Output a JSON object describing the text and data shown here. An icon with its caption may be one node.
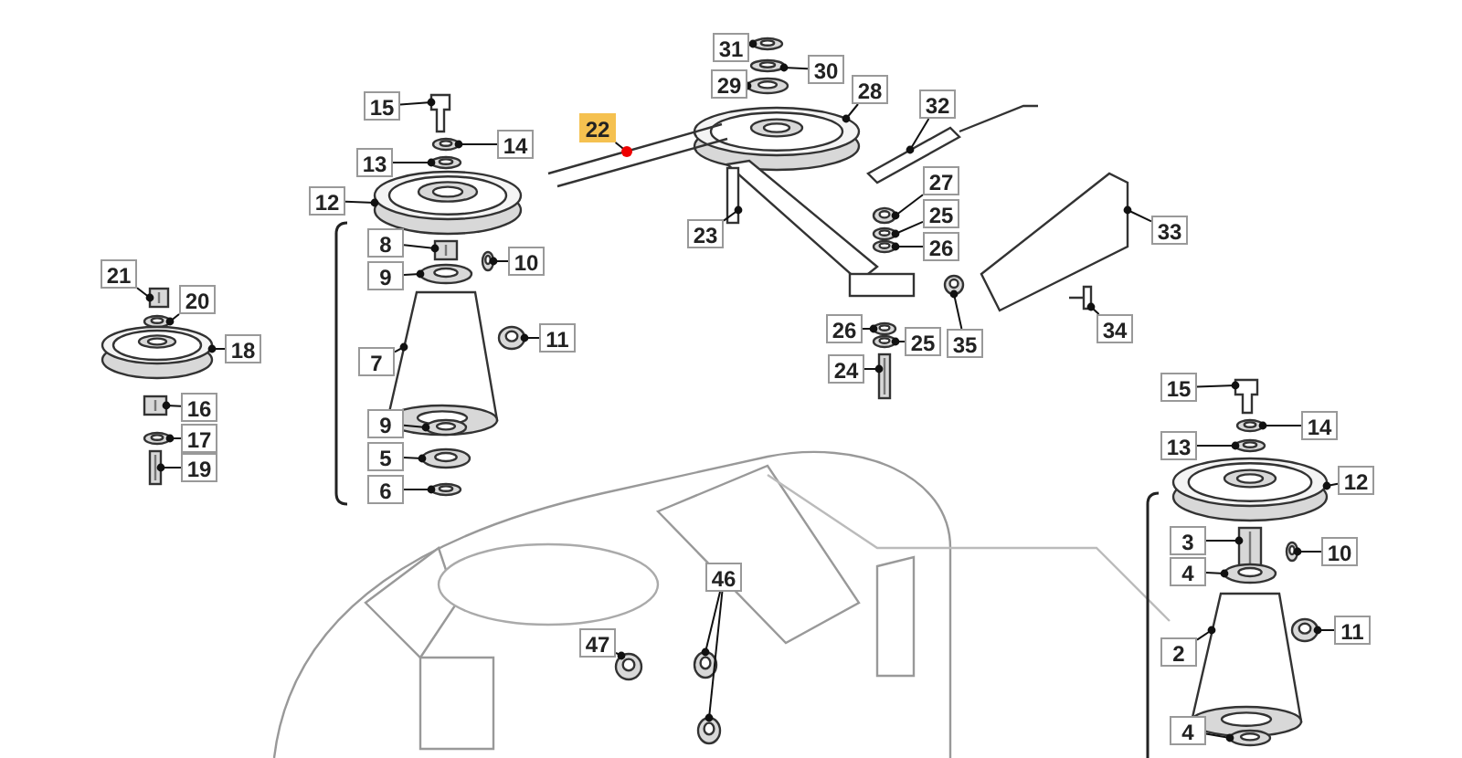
{
  "diagram": {
    "nodes": [
      {
        "text": [
          "31"
        ]
      },
      {
        "text": [
          "30"
        ]
      },
      {
        "text": [
          "29"
        ]
      },
      {
        "text": [
          "28"
        ]
      },
      {
        "text": [
          "32"
        ]
      },
      {
        "text": [
          "22"
        ]
      },
      {
        "text": [
          "15"
        ]
      },
      {
        "text": [
          "14"
        ]
      },
      {
        "text": [
          "13"
        ]
      },
      {
        "text": [
          "12"
        ]
      },
      {
        "text": [
          "8"
        ]
      },
      {
        "text": [
          "9"
        ]
      },
      {
        "text": [
          "10"
        ]
      },
      {
        "text": [
          "7"
        ]
      },
      {
        "text": [
          "11"
        ]
      },
      {
        "text": [
          "21"
        ]
      },
      {
        "text": [
          "20"
        ]
      },
      {
        "text": [
          "18"
        ]
      },
      {
        "text": [
          "16"
        ]
      },
      {
        "text": [
          "17"
        ]
      },
      {
        "text": [
          "19"
        ]
      },
      {
        "text": [
          "9"
        ]
      },
      {
        "text": [
          "5"
        ]
      },
      {
        "text": [
          "6"
        ]
      },
      {
        "text": [
          "27"
        ]
      },
      {
        "text": [
          "25"
        ]
      },
      {
        "text": [
          "26"
        ]
      },
      {
        "text": [
          "23"
        ]
      },
      {
        "text": [
          "33"
        ]
      },
      {
        "text": [
          "35"
        ]
      },
      {
        "text": [
          "34"
        ]
      },
      {
        "text": [
          "26"
        ]
      },
      {
        "text": [
          "25"
        ]
      },
      {
        "text": [
          "24"
        ]
      },
      {
        "text": [
          "15"
        ]
      },
      {
        "text": [
          "14"
        ]
      },
      {
        "text": [
          "13"
        ]
      },
      {
        "text": [
          "12"
        ]
      },
      {
        "text": [
          "3"
        ]
      },
      {
        "text": [
          "10"
        ]
      },
      {
        "text": [
          "4"
        ]
      },
      {
        "text": [
          "11"
        ]
      },
      {
        "text": [
          "2"
        ]
      },
      {
        "text": [
          "4"
        ]
      },
      {
        "text": [
          "46"
        ]
      },
      {
        "text": [
          "47"
        ]
      },
      {
        "text": [],
        "shape": "picture"
      },
      {
        "text": [],
        "shape": "picture"
      },
      {
        "text": [],
        "shape": "picture"
      },
      {
        "text": [],
        "shape": "picture"
      },
      {
        "text": [],
        "shape": "picture"
      },
      {
        "text": [],
        "shape": "picture"
      },
      {
        "text": [],
        "shape": "picture"
      },
      {
        "text": [],
        "shape": "picture"
      },
      {
        "text": [],
        "shape": "picture"
      },
      {
        "text": [],
        "shape": "picture"
      },
      {
        "text": [],
        "shape": "picture"
      },
      {
        "text": [],
        "shape": "picture"
      },
      {
        "text": [],
        "shape": "picture"
      },
      {
        "text": [],
        "shape": "picture"
      },
      {
        "text": [],
        "shape": "picture"
      },
      {
        "text": [],
        "shape": "picture"
      },
      {
        "text": [],
        "shape": "picture"
      },
      {
        "text": [],
        "shape": "picture"
      },
      {
        "text": [],
        "shape": "picture"
      },
      {
        "text": [],
        "shape": "picture"
      },
      {
        "text": [],
        "shape": "picture"
      },
      {
        "text": [],
        "shape": "picture"
      },
      {
        "text": [],
        "shape": "picture"
      },
      {
        "text": [],
        "shape": "picture"
      },
      {
        "text": [],
        "shape": "picture"
      },
      {
        "text": [],
        "shape": "picture"
      },
      {
        "text": [],
        "shape": "picture"
      },
      {
        "text": [],
        "shape": "picture"
      },
      {
        "text": [],
        "shape": "picture"
      },
      {
        "text": [],
        "shape": "picture"
      },
      {
        "text": [],
        "shape": "picture"
      },
      {
        "text": [],
        "shape": "picture"
      },
      {
        "text": [],
        "shape": "picture"
      },
      {
        "text": [],
        "shape": "picture"
      },
      {
        "text": [],
        "shape": "picture"
      },
      {
        "text": [],
        "shape": "picture"
      },
      {
        "text": [],
        "shape": "picture"
      },
      {
        "text": [],
        "shape": "picture"
      },
      {
        "text": [],
        "shape": "picture"
      },
      {
        "text": [],
        "shape": "picture"
      },
      {
        "text": [],
        "shape": "picture"
      },
      {
        "text": [],
        "shape": "picture"
      },
      {
        "text": [],
        "shape": "picture"
      },
      {
        "text": [],
        "shape": "picture"
      },
      {
        "text": [],
        "shape": "picture"
      },
      {
        "text": [],
        "shape": "picture"
      },
      {
        "text": [],
        "shape": "picture"
      }
    ],
    "edges": [
      {
        "from": 0,
        "to": 46,
        "arrow": "other"
      },
      {
        "from": 1,
        "to": 47,
        "arrow": "other"
      },
      {
        "from": 2,
        "to": 48,
        "arrow": "other"
      },
      {
        "from": 3,
        "to": 49,
        "arrow": "other"
      },
      {
        "from": 4,
        "to": 50,
        "arrow": "other"
      },
      {
        "from": 5,
        "to": 51,
        "arrow": "other"
      },
      {
        "from": 6,
        "to": 52,
        "arrow": "other"
      },
      {
        "from": 7,
        "to": 53,
        "arrow": "other"
      },
      {
        "from": 8,
        "to": 54,
        "arrow": "other"
      },
      {
        "from": 9,
        "to": 55,
        "arrow": "other"
      },
      {
        "from": 10,
        "to": 56,
        "arrow": "other"
      },
      {
        "from": 11,
        "to": 57,
        "arrow": "other"
      },
      {
        "from": 12,
        "to": 58,
        "arrow": "other"
      },
      {
        "from": 13,
        "to": 59,
        "arrow": "other"
      },
      {
        "from": 14,
        "to": 60,
        "arrow": "other"
      },
      {
        "from": 15,
        "to": 61,
        "arrow": "other"
      },
      {
        "from": 16,
        "to": 62,
        "arrow": "other"
      },
      {
        "from": 17,
        "to": 63,
        "arrow": "other"
      },
      {
        "from": 18,
        "to": 64,
        "arrow": "other"
      },
      {
        "from": 19,
        "to": 65,
        "arrow": "other"
      },
      {
        "from": 20,
        "to": 66,
        "arrow": "other"
      },
      {
        "from": 21,
        "to": 67,
        "arrow": "other"
      },
      {
        "from": 22,
        "to": 68,
        "arrow": "other"
      },
      {
        "from": 23,
        "to": 69,
        "arrow": "other"
      },
      {
        "from": 24,
        "to": 70,
        "arrow": "other"
      },
      {
        "from": 25,
        "to": 71,
        "arrow": "other"
      },
      {
        "from": 26,
        "to": 72,
        "arrow": "other"
      },
      {
        "from": 27,
        "to": 73,
        "arrow": "other"
      },
      {
        "from": 28,
        "to": 74,
        "arrow": "other"
      },
      {
        "from": 29,
        "to": 75,
        "arrow": "other"
      },
      {
        "from": 30,
        "to": 76,
        "arrow": "other"
      },
      {
        "from": 31,
        "to": 77,
        "arrow": "other"
      },
      {
        "from": 32,
        "to": 78,
        "arrow": "other"
      },
      {
        "from": 33,
        "to": 79,
        "arrow": "other"
      },
      {
        "from": 34,
        "to": 80,
        "arrow": "other"
      },
      {
        "from": 35,
        "to": 81,
        "arrow": "other"
      },
      {
        "from": 36,
        "to": 82,
        "arrow": "other"
      },
      {
        "from": 37,
        "to": 83,
        "arrow": "other"
      },
      {
        "from": 38,
        "to": 84,
        "arrow": "other"
      },
      {
        "from": 39,
        "to": 85,
        "arrow": "other"
      },
      {
        "from": 40,
        "to": 86,
        "arrow": "other"
      },
      {
        "from": 41,
        "to": 87,
        "arrow": "other"
      },
      {
        "from": 42,
        "to": 88,
        "arrow": "other"
      },
      {
        "from": 43,
        "to": 89,
        "arrow": "other"
      },
      {
        "from": 44,
        "to": 90,
        "arrow": "other"
      },
      {
        "from": 44,
        "to": 91,
        "arrow": "other"
      },
      {
        "from": 45,
        "to": 92,
        "arrow": "other"
      }
    ]
  }
}
